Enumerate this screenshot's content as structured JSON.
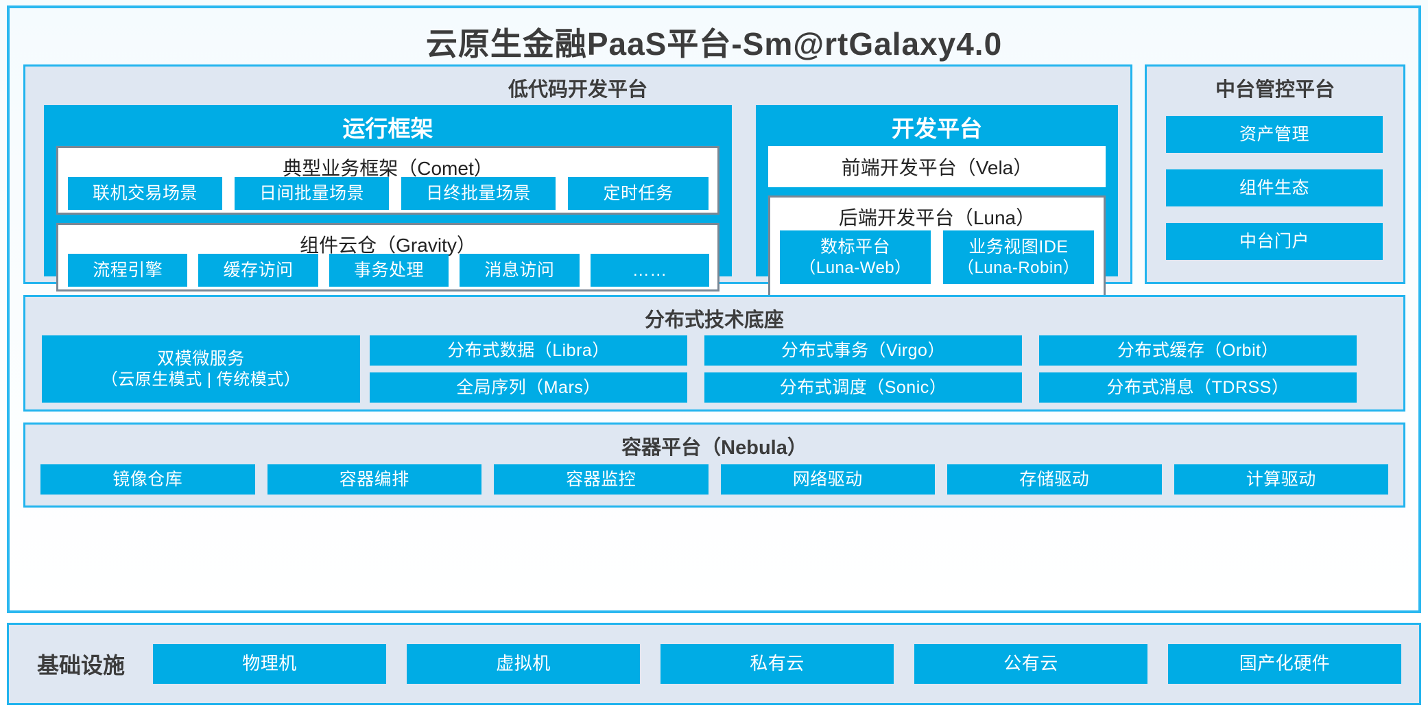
{
  "title": "云原生金融PaaS平台-Sm@rtGalaxy4.0",
  "colors": {
    "accent": "#00ace5",
    "border": "#22b4ee",
    "panel_bg": "#dfe7f2",
    "box_border": "#7b8794",
    "text_dark": "#3c3c3c"
  },
  "lowcode": {
    "title": "低代码开发平台",
    "runtime": {
      "title": "运行框架",
      "comet": {
        "title": "典型业务框架（Comet）",
        "items": [
          "联机交易场景",
          "日间批量场景",
          "日终批量场景",
          "定时任务"
        ]
      },
      "gravity": {
        "title": "组件云仓（Gravity）",
        "items": [
          "流程引擎",
          "缓存访问",
          "事务处理",
          "消息访问",
          "……"
        ]
      }
    },
    "devplatform": {
      "title": "开发平台",
      "frontend": "前端开发平台（Vela）",
      "backend": {
        "title": "后端开发平台（Luna）",
        "items": [
          {
            "name": "数标平台",
            "code": "（Luna-Web）"
          },
          {
            "name": "业务视图IDE",
            "code": "（Luna-Robin）"
          }
        ]
      }
    }
  },
  "midoffice": {
    "title": "中台管控平台",
    "items": [
      "资产管理",
      "组件生态",
      "中台门户"
    ]
  },
  "distributed": {
    "title": "分布式技术底座",
    "microservice": {
      "line1": "双模微服务",
      "line2": "（云原生模式 | 传统模式）"
    },
    "columns": [
      [
        "分布式数据（Libra）",
        "全局序列（Mars）"
      ],
      [
        "分布式事务（Virgo）",
        "分布式调度（Sonic）"
      ],
      [
        "分布式缓存（Orbit）",
        "分布式消息（TDRSS）"
      ]
    ]
  },
  "container": {
    "title": "容器平台（Nebula）",
    "items": [
      "镜像仓库",
      "容器编排",
      "容器监控",
      "网络驱动",
      "存储驱动",
      "计算驱动"
    ]
  },
  "infrastructure": {
    "label": "基础设施",
    "items": [
      "物理机",
      "虚拟机",
      "私有云",
      "公有云",
      "国产化硬件"
    ]
  }
}
